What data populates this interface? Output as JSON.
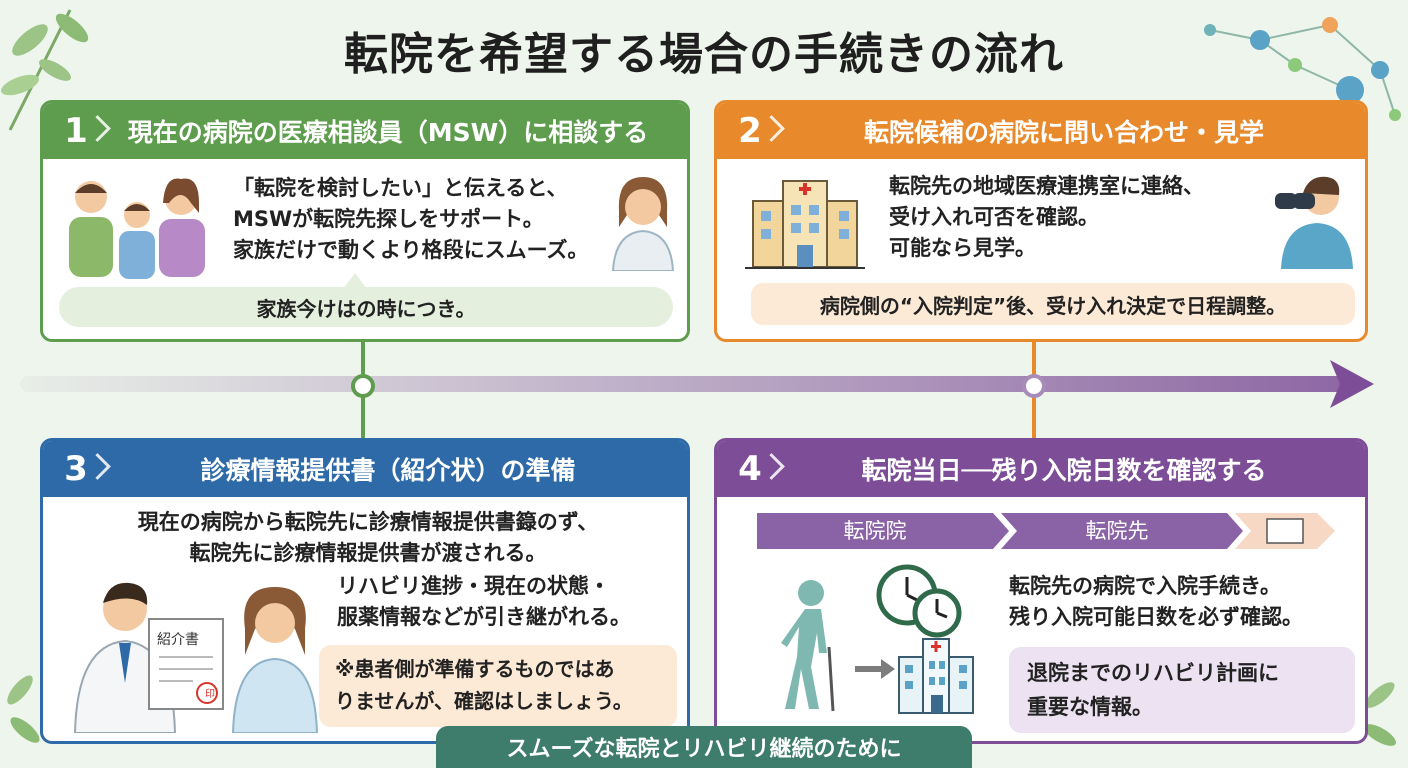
{
  "title": "転院を希望する場合の手続きの流れ",
  "footer": "スムーズな転院とリハビリ継続のために",
  "colors": {
    "green": "#5e9c4e",
    "orange": "#e88a2c",
    "blue": "#2e6aa8",
    "purple": "#7d4e97",
    "bg": "#eef5ec"
  },
  "steps": [
    {
      "num": "1",
      "heading": "現在の病院の医療相談員（MSW）に相談する",
      "lines": [
        "「転院を検討したい」と伝えると、",
        "MSWが転院先探しをサポート。",
        "家族だけで動くより格段にスムーズ。"
      ],
      "note": "家族今けはの時につき。"
    },
    {
      "num": "2",
      "heading": "転院候補の病院に問い合わせ・見学",
      "lines": [
        "転院先の地域医療連携室に連絡、",
        "受け入れ可否を確認。",
        "可能なら見学。"
      ],
      "note": "病院側の“入院判定”後、受け入れ決定で日程調整。"
    },
    {
      "num": "3",
      "heading": "診療情報提供書（紹介状）の準備",
      "lines": [
        "現在の病院から転院先に診療情報提供書籙のず、",
        "転院先に診療情報提供書が渡される。"
      ],
      "lines2": [
        "リハビリ進捗・現在の状態・",
        "服薬情報などが引き継がれる。"
      ],
      "note_lines": [
        "※患者側が準備するものではあ",
        "りませんが、確認はしましょう。"
      ],
      "doc_label": "紹介書",
      "stamp": "印"
    },
    {
      "num": "4",
      "heading": "転院当日──残り入院日数を確認する",
      "flow": [
        "転院院",
        "転院先"
      ],
      "lines": [
        "転院先の病院で入院手続き。",
        "残り入院可能日数を必ず確認。"
      ],
      "note_lines": [
        "退院までのリハビリ計画に",
        "重要な情報。"
      ]
    }
  ]
}
